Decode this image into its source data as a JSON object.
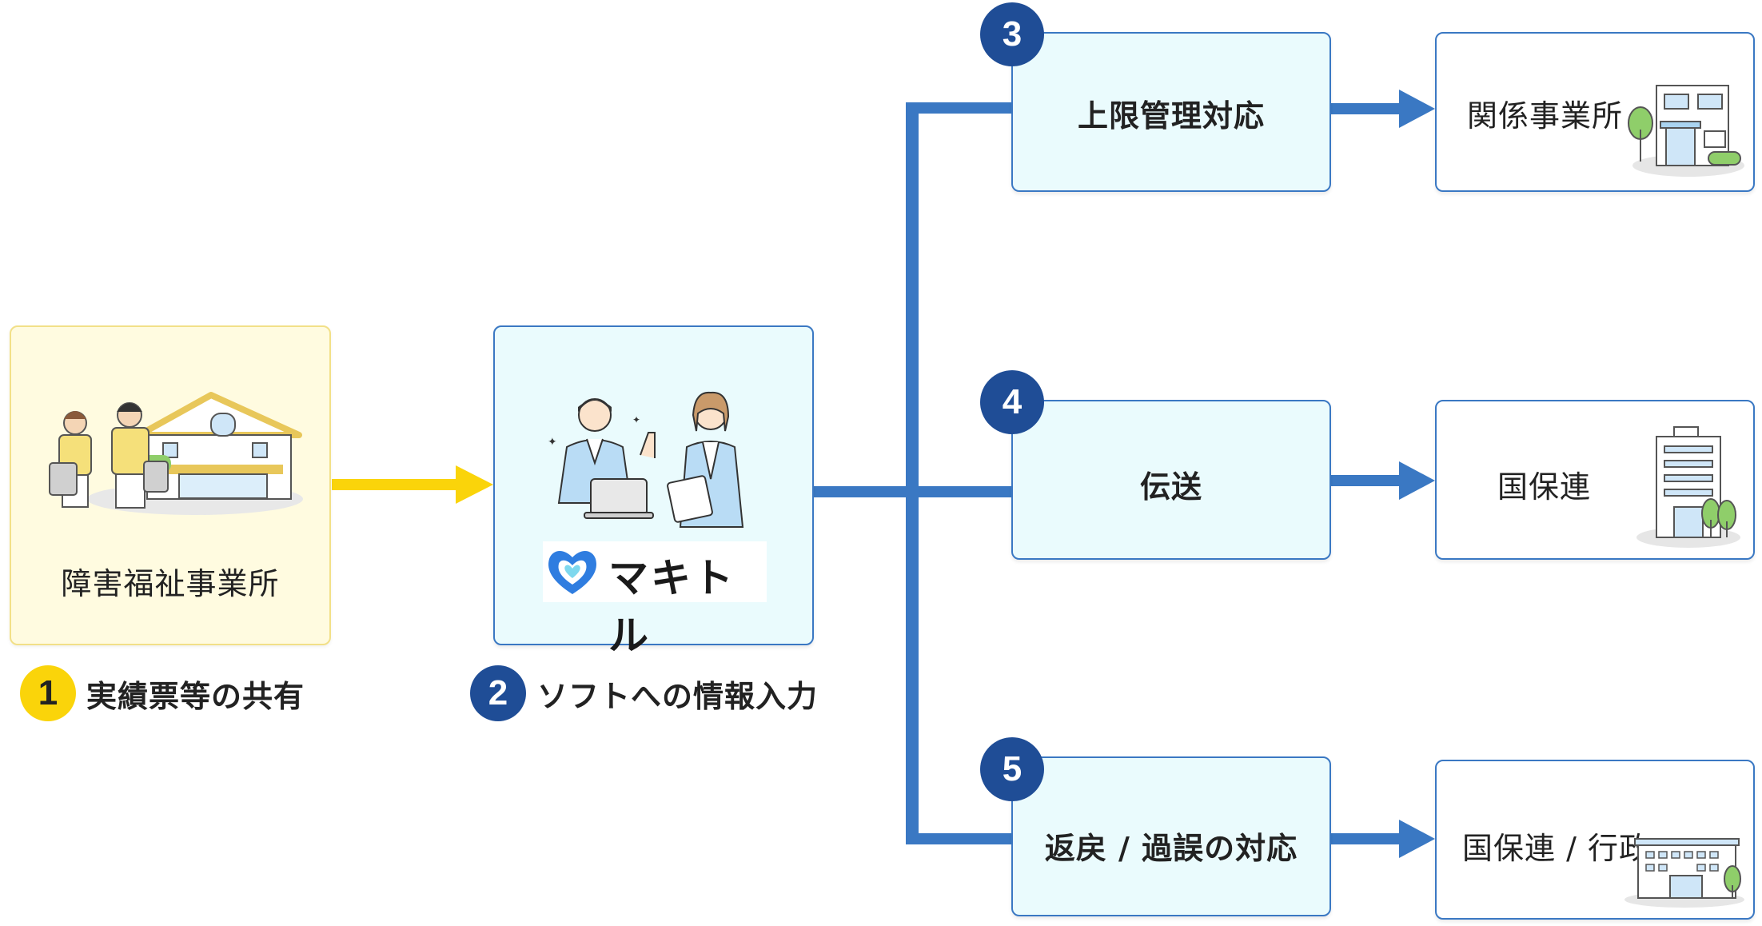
{
  "source": {
    "label": "障害福祉事業所",
    "step_number": "1",
    "step_title": "実績票等の共有"
  },
  "software": {
    "logo_text": "マキトル",
    "step_number": "2",
    "step_title": "ソフトへの情報入力"
  },
  "branches": [
    {
      "number": "3",
      "label": "上限管理対応",
      "destination": "関係事業所"
    },
    {
      "number": "4",
      "label": "伝送",
      "destination": "国保連"
    },
    {
      "number": "5",
      "label": "返戻 / 過誤の対応",
      "destination": "国保連 / 行政"
    }
  ],
  "colors": {
    "yellow_arrow": "#fad40a",
    "blue_connector": "#3a78c3",
    "badge_blue": "#1f4d96",
    "badge_yellow": "#fad40a"
  }
}
